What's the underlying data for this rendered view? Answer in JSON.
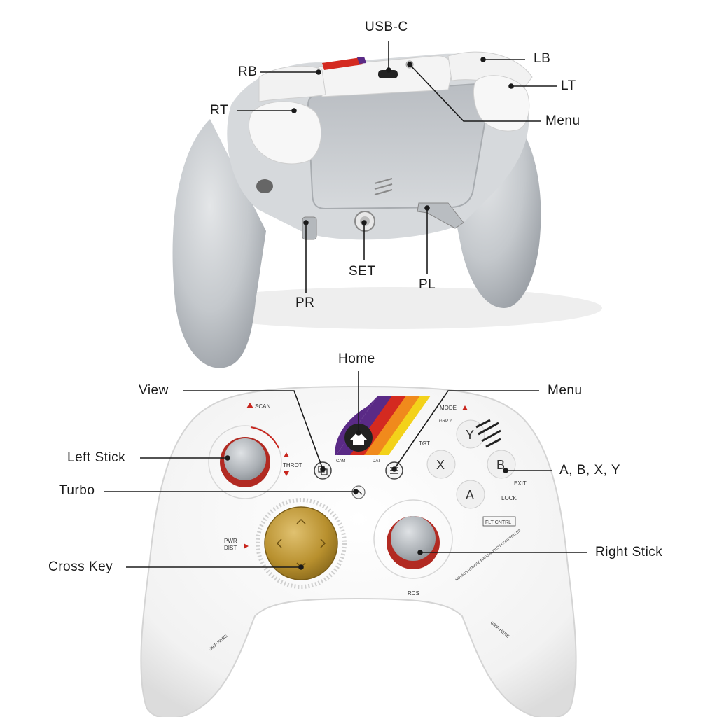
{
  "top_view": {
    "labels": {
      "usb_c": "USB-C",
      "lb": "LB",
      "rb": "RB",
      "lt": "LT",
      "rt": "RT",
      "menu": "Menu",
      "set": "SET",
      "pr": "PR",
      "pl": "PL"
    }
  },
  "front_view": {
    "labels": {
      "home": "Home",
      "view": "View",
      "menu": "Menu",
      "left_stick": "Left Stick",
      "turbo": "Turbo",
      "abxy": "A, B, X, Y",
      "cross_key": "Cross Key",
      "right_stick": "Right Stick"
    },
    "printed": {
      "scan": "SCAN",
      "throt": "THROT",
      "mode": "MODE",
      "grp": "GRP 2",
      "tgt": "TGT",
      "exit": "EXIT",
      "lock": "LOCK",
      "flt": "FLT CNTRL",
      "pwr": "PWR",
      "dist": "DIST",
      "rcs": "RCS",
      "cam": "CAM",
      "dat": "DAT",
      "grip_here": "GRIP HERE",
      "novacs": "NOVACS REMOTE MANUAL PILOT CONTROLLER",
      "btn_y": "Y",
      "btn_x": "X",
      "btn_b": "B",
      "btn_a": "A"
    }
  },
  "colors": {
    "accent_red": "#c8261e",
    "stripe_purple": "#5a2a86",
    "stripe_red": "#d42a20",
    "stripe_orange": "#f08a1c",
    "stripe_yellow": "#f3d21a",
    "gold": "#b8902e",
    "shell_gray": "#c9ccd0",
    "shell_white": "#f7f7f7"
  }
}
